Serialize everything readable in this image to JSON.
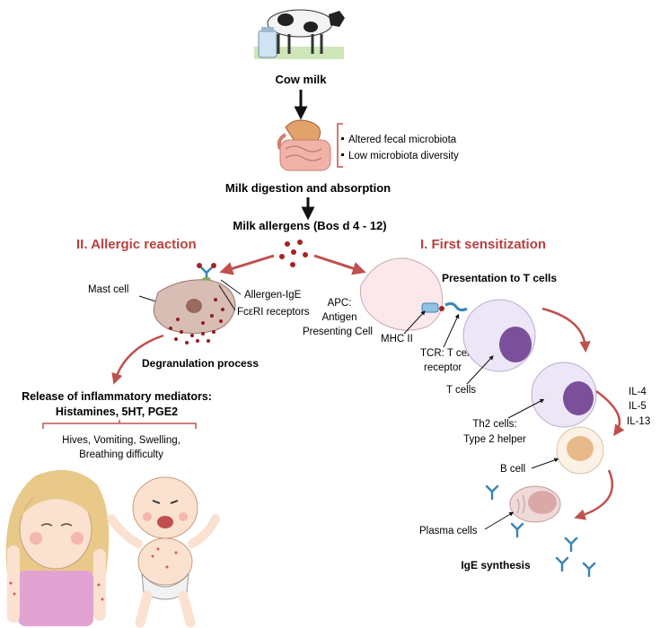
{
  "colors": {
    "arrow_red": "#c0504d",
    "heading_red": "#b8403c",
    "mast_cell": "#d8bdb4",
    "granule": "#8e1e1e",
    "t_cell_fill": "#ece6f6",
    "t_cell_nucleus": "#7b4f9a",
    "b_cell_nucleus": "#e8b98a",
    "plasma_cell": "#dba8a8",
    "ige_blue": "#3a86b5"
  },
  "top": {
    "cow_milk": "Cow milk",
    "fecal_microbiota": "Altered fecal microbiota",
    "low_diversity": "Low microbiota diversity",
    "digestion": "Milk digestion and absorption",
    "allergens": "Milk allergens (Bos d 4 - 12)"
  },
  "allergic": {
    "heading": "II. Allergic reaction",
    "mast_cell": "Mast cell",
    "allergen_ige": "Allergen-IgE",
    "fceri": "FcεRI receptors",
    "degranulation": "Degranulation process",
    "release_line1": "Release of inflammatory mediators:",
    "release_line2": "Histamines, 5HT, PGE2",
    "symptoms_line1": "Hives, Vomiting, Swelling,",
    "symptoms_line2": "Breathing difficulty"
  },
  "sensitization": {
    "heading": "I. First sensitization",
    "presentation": "Presentation to T cells",
    "apc_line1": "APC:",
    "apc_line2": "Antigen",
    "apc_line3": "Presenting Cell",
    "mhc": "MHC II",
    "tcr_line1": "TCR: T cell",
    "tcr_line2": "receptor",
    "t_cells": "T cells",
    "th2_line1": "Th2 cells:",
    "th2_line2": "Type 2 helper",
    "il4": "IL-4",
    "il5": "IL-5",
    "il13": "IL-13",
    "b_cell": "B cell",
    "plasma": "Plasma cells",
    "ige": "IgE synthesis"
  }
}
